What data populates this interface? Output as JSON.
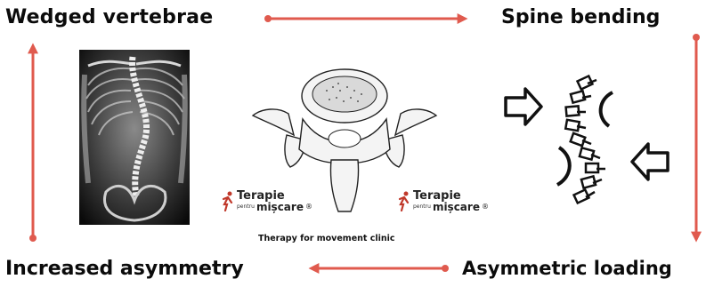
{
  "cycle": {
    "top_left": "Wedged vertebrae",
    "top_right": "Spine bending",
    "bottom_right": "Asymmetric loading",
    "bottom_left": "Increased asymmetry"
  },
  "arrow_color": "#e05a4e",
  "logo": {
    "name_top": "Terapie",
    "name_small": "pentru",
    "name_bottom": "mișcare",
    "registered": "®"
  },
  "caption": "Therapy for movement clinic",
  "images": [
    "spine-xray",
    "vertebra-illustration",
    "bending-spine-diagram"
  ]
}
